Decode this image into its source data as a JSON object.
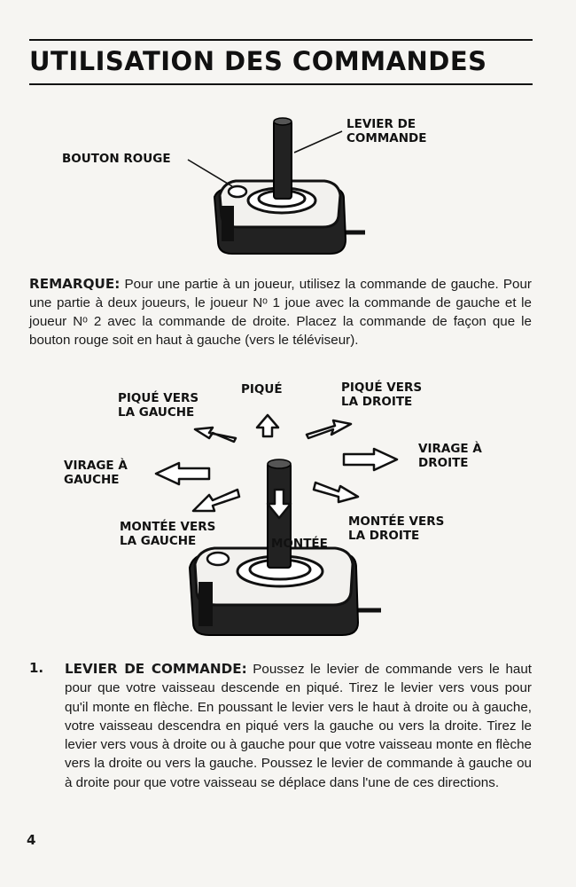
{
  "header": {
    "title": "UTILISATION DES COMMANDES"
  },
  "fig1": {
    "lever_label_1": "LEVIER DE",
    "lever_label_2": "COMMANDE",
    "button_label": "BOUTON ROUGE"
  },
  "remark": {
    "label": "REMARQUE:",
    "text": " Pour une partie à un joueur, utilisez la commande de gauche. Pour une partie à deux joueurs, le joueur Nᵒ 1 joue avec la commande de gauche et le joueur Nᵒ 2 avec la commande de droite. Placez la commande de façon que le bouton rouge soit en haut à gauche (vers le téléviseur)."
  },
  "fig2": {
    "up_left_1": "PIQUÉ VERS",
    "up_left_2": "LA GAUCHE",
    "up": "PIQUÉ",
    "up_right_1": "PIQUÉ VERS",
    "up_right_2": "LA DROITE",
    "right_1": "VIRAGE À",
    "right_2": "DROITE",
    "left_1": "VIRAGE À",
    "left_2": "GAUCHE",
    "down_left_1": "MONTÉE VERS",
    "down_left_2": "LA GAUCHE",
    "down": "MONTÉE",
    "down_right_1": "MONTÉE VERS",
    "down_right_2": "LA DROITE"
  },
  "item1": {
    "number": "1.",
    "label": "LEVIER DE COMMANDE:",
    "text": " Poussez le levier de commande vers le haut pour que votre vaisseau descende en piqué. Tirez le levier vers vous pour qu'il monte en flèche. En poussant le levier vers le haut à droite ou à gauche, votre vaisseau descendra en piqué vers la gauche ou vers la droite. Tirez le levier vers vous à droite ou à gauche pour que votre vaisseau monte en flèche vers la droite ou vers la gauche. Poussez le levier de commande à gauche ou à droite pour que votre vaisseau se déplace dans l'une de ces directions."
  },
  "footer": {
    "page_number": "4"
  }
}
